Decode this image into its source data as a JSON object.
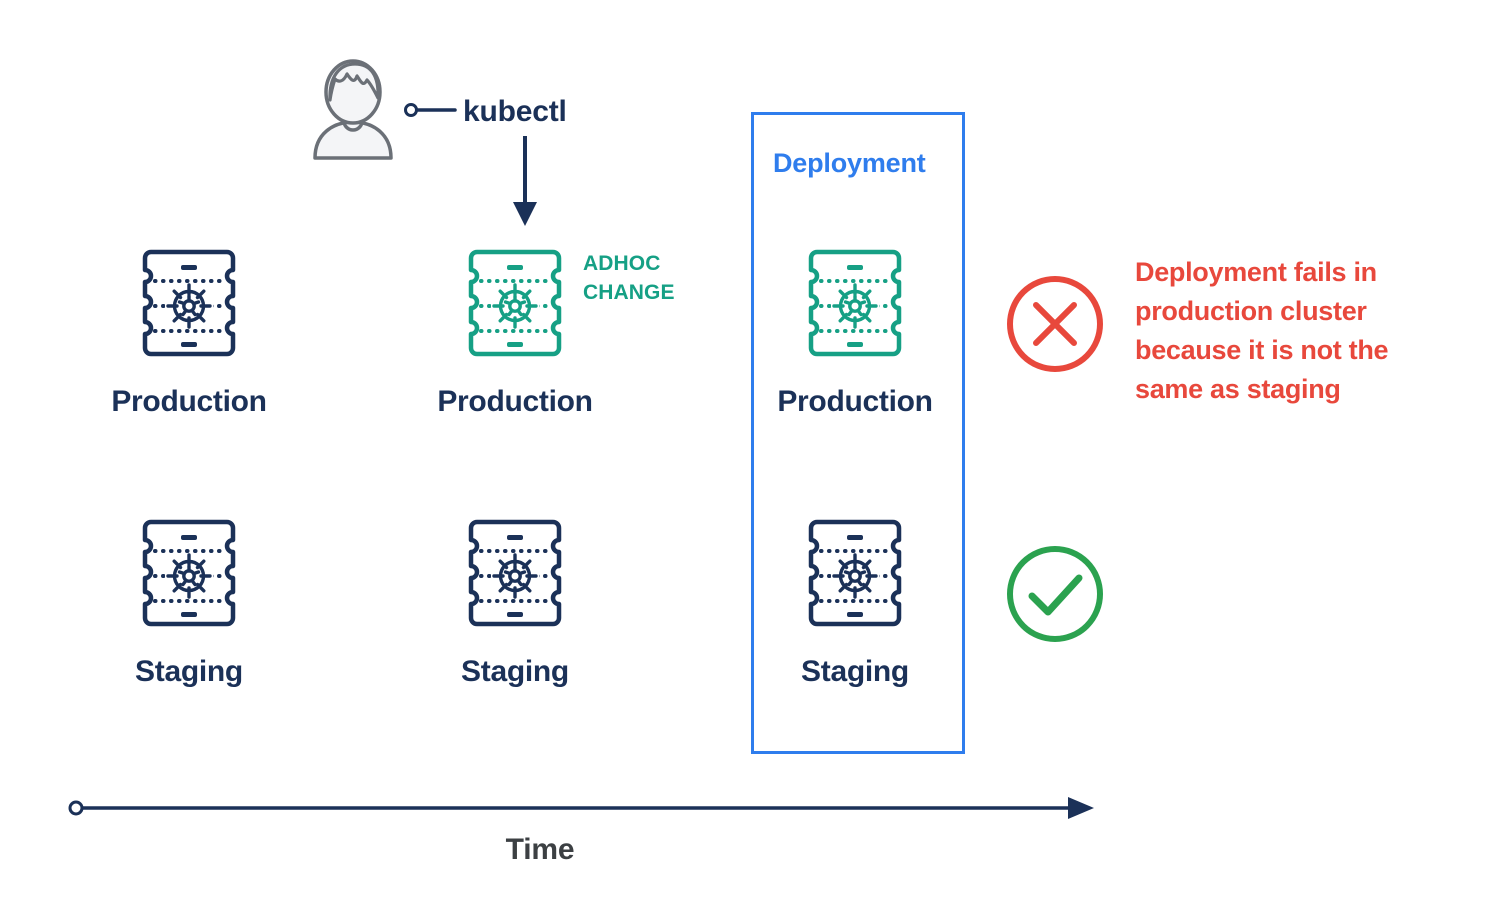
{
  "diagram": {
    "type": "timeline-flow",
    "background_color": "#ffffff",
    "palette": {
      "navy": "#1b3158",
      "teal": "#16a085",
      "blue": "#2f7ded",
      "red": "#e8483c",
      "green": "#2ba24f",
      "gray": "#3c4043",
      "person_outline": "#6b7077",
      "person_fill": "#f2f3f5"
    }
  },
  "actor": {
    "icon": "person-icon",
    "callout_label": "kubectl"
  },
  "columns": [
    {
      "id": "initial",
      "production": {
        "label": "Production",
        "state": "baseline",
        "color": "#1b3158"
      },
      "staging": {
        "label": "Staging",
        "state": "baseline",
        "color": "#1b3158"
      }
    },
    {
      "id": "after-adhoc-change",
      "production": {
        "label": "Production",
        "state": "changed",
        "color": "#16a085"
      },
      "staging": {
        "label": "Staging",
        "state": "baseline",
        "color": "#1b3158"
      },
      "annotation": "ADHOC\nCHANGE"
    },
    {
      "id": "deployment",
      "frame_title": "Deployment",
      "production": {
        "label": "Production",
        "state": "changed",
        "color": "#16a085",
        "status": "fail"
      },
      "staging": {
        "label": "Staging",
        "state": "baseline",
        "color": "#1b3158",
        "status": "pass"
      }
    }
  ],
  "badges": {
    "fail": {
      "icon": "circle-x-icon",
      "color": "#e8483c"
    },
    "pass": {
      "icon": "circle-check-icon",
      "color": "#2ba24f"
    }
  },
  "failure_note": "Deployment fails in\nproduction cluster\nbecause it is not the\nsame as staging",
  "axis": {
    "label": "Time",
    "start_marker": "circle",
    "end_marker": "arrow",
    "color": "#1b3158"
  }
}
